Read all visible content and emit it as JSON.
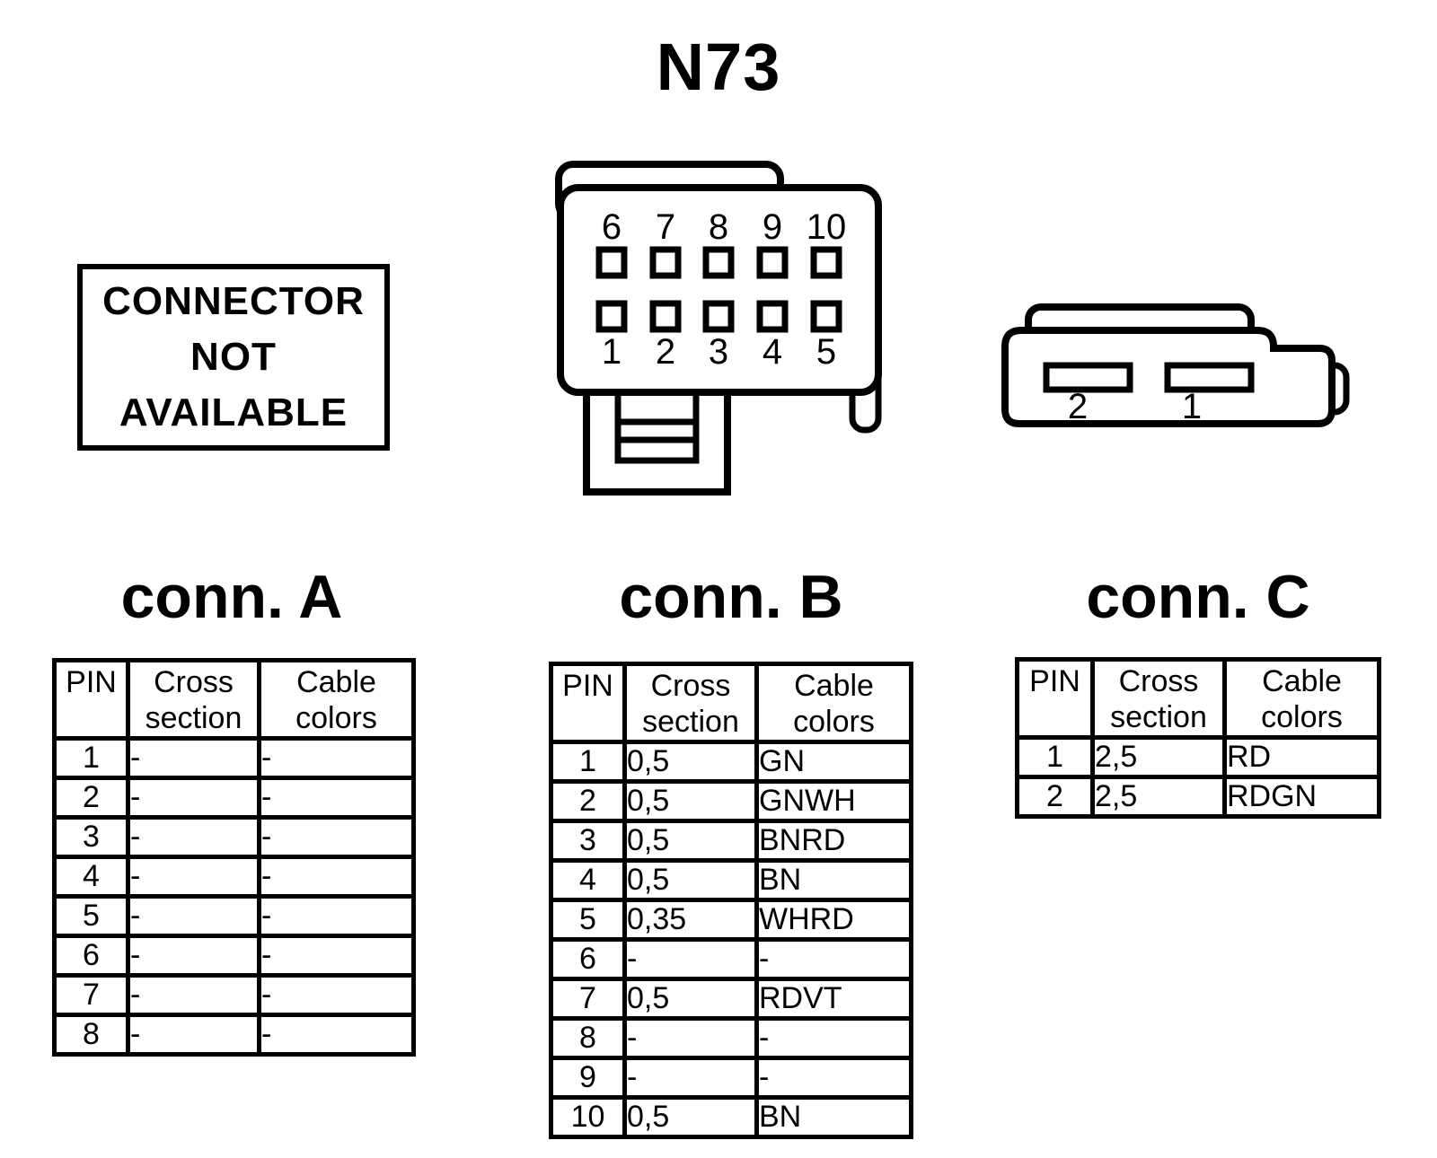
{
  "page_title": "N73",
  "colors": {
    "ink": "#000000",
    "paper": "#ffffff"
  },
  "na_box": {
    "lines": [
      "CONNECTOR",
      "NOT",
      "AVAILABLE"
    ]
  },
  "conn10": {
    "top_pins": [
      "6",
      "7",
      "8",
      "9",
      "10"
    ],
    "bottom_pins": [
      "1",
      "2",
      "3",
      "4",
      "5"
    ]
  },
  "conn2": {
    "slot_labels": [
      "2",
      "1"
    ]
  },
  "tables": {
    "a": {
      "title": "conn. A",
      "headers": [
        "PIN",
        "Cross section",
        "Cable colors"
      ],
      "rows": [
        {
          "pin": "1",
          "cross": "-",
          "colors": "-"
        },
        {
          "pin": "2",
          "cross": "-",
          "colors": "-"
        },
        {
          "pin": "3",
          "cross": "-",
          "colors": "-"
        },
        {
          "pin": "4",
          "cross": "-",
          "colors": "-"
        },
        {
          "pin": "5",
          "cross": "-",
          "colors": "-"
        },
        {
          "pin": "6",
          "cross": "-",
          "colors": "-"
        },
        {
          "pin": "7",
          "cross": "-",
          "colors": "-"
        },
        {
          "pin": "8",
          "cross": "-",
          "colors": "-"
        }
      ]
    },
    "b": {
      "title": "conn. B",
      "headers": [
        "PIN",
        "Cross section",
        "Cable colors"
      ],
      "rows": [
        {
          "pin": "1",
          "cross": "0,5",
          "colors": "GN"
        },
        {
          "pin": "2",
          "cross": "0,5",
          "colors": "GNWH"
        },
        {
          "pin": "3",
          "cross": "0,5",
          "colors": "BNRD"
        },
        {
          "pin": "4",
          "cross": "0,5",
          "colors": "BN"
        },
        {
          "pin": "5",
          "cross": "0,35",
          "colors": "WHRD"
        },
        {
          "pin": "6",
          "cross": "-",
          "colors": "-"
        },
        {
          "pin": "7",
          "cross": "0,5",
          "colors": "RDVT"
        },
        {
          "pin": "8",
          "cross": "-",
          "colors": "-"
        },
        {
          "pin": "9",
          "cross": "-",
          "colors": "-"
        },
        {
          "pin": "10",
          "cross": "0,5",
          "colors": "BN"
        }
      ]
    },
    "c": {
      "title": "conn. C",
      "headers": [
        "PIN",
        "Cross section",
        "Cable colors"
      ],
      "rows": [
        {
          "pin": "1",
          "cross": "2,5",
          "colors": "RD"
        },
        {
          "pin": "2",
          "cross": "2,5",
          "colors": "RDGN"
        }
      ]
    }
  }
}
